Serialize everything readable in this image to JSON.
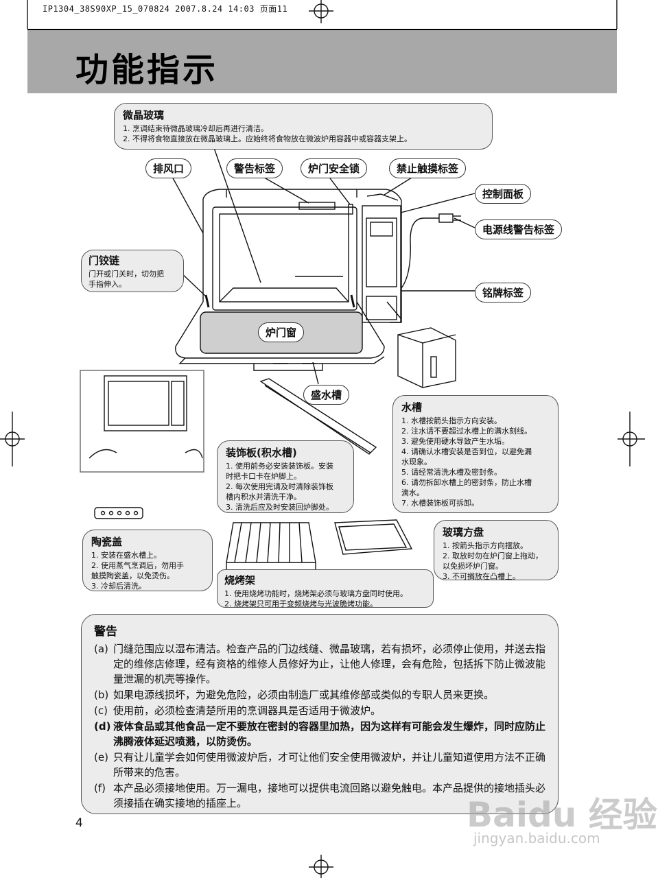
{
  "header": "IP1304_38S90XP_15_070824   2007.8.24  14:03   页面11",
  "title": "功能指示",
  "labels": {
    "exhaust": "排风口",
    "warning_label": "警告标签",
    "door_lock": "炉门安全锁",
    "no_touch": "禁止触摸标签",
    "control_panel": "控制面板",
    "power_cord": "电源线警告标签",
    "nameplate": "铭牌标签",
    "door_window": "炉门窗",
    "drip_tray": "盛水槽"
  },
  "glass": {
    "title": "微晶玻璃",
    "items": [
      "1. 烹调结束待微晶玻璃冷却后再进行清洁。",
      "2. 不得将食物直接放在微晶玻璃上。应始终将食物放在微波炉用容器中或容器支架上。"
    ]
  },
  "hinge": {
    "title": "门铰链",
    "items": [
      "门开或门关时，切勿把",
      "手指伸入。"
    ]
  },
  "water_tank": {
    "title": "水槽",
    "items": [
      "1. 水槽按箭头指示方向安装。",
      "2. 注水请不要超过水槽上的满水刻线。",
      "3. 避免使用硬水导致产生水垢。",
      "4. 请确认水槽安装是否到位，以避免漏",
      "    水现象。",
      "5. 请经常清洗水槽及密封条。",
      "6. 请勿拆卸水槽上的密封条，防止水槽",
      "    滴水。",
      "7. 水槽装饰板可拆卸。"
    ]
  },
  "deco": {
    "title": "装饰板(积水槽)",
    "items": [
      "1. 使用前务必安装装饰板。安装",
      "    时把卡口卡在炉脚上。",
      "2. 每次使用完请及时清除装饰板",
      "    槽内积水并清洗干净。",
      "3. 清洗后应及时安装回炉脚处。"
    ]
  },
  "ceramic": {
    "title": "陶瓷盖",
    "items": [
      "1. 安装在盛水槽上。",
      "2. 使用蒸气烹调后，勿用手",
      "    触摸陶瓷盖，以免烫伤。",
      "3. 冷却后清洗。"
    ]
  },
  "glass_tray": {
    "title": "玻璃方盘",
    "items": [
      "1. 按箭头指示方向摆放。",
      "2. 取放时勿在炉门窗上拖动，",
      "    以免损坏炉门窗。",
      "3. 不可搁放在凸槽上。"
    ]
  },
  "rack": {
    "title": "烧烤架",
    "items": [
      "1. 使用烧烤功能时，烧烤架必须与玻璃方盘同时使用。",
      "2. 烧烤架只可用于变频烧烤与光波脆烤功能。"
    ]
  },
  "warning": {
    "title": "警告",
    "items": [
      {
        "label": "(a)",
        "text": "门缝范围应以湿布清洁。检查产品的门边线缝、微晶玻璃，若有损坏，必须停止使用，并送去指定的维修店修理，经有资格的维修人员修好为止，让他人修理，会有危险，包括拆下防止微波能量泄漏的机壳等操作。"
      },
      {
        "label": "(b)",
        "text": "如果电源线损坏，为避免危险，必须由制造厂或其维修部或类似的专职人员来更换。"
      },
      {
        "label": "(c)",
        "text": "使用前，必须检查清楚所用的烹调器具是否适用于微波炉。"
      },
      {
        "label": "(d)",
        "text": "液体食品或其他食品一定不要放在密封的容器里加热，因为这样有可能会发生爆炸，同时应防止沸腾液体延迟喷溅，以防烫伤。"
      },
      {
        "label": "(e)",
        "text": "只有让儿童学会如何使用微波炉后，才可让他们安全使用微波炉，并让儿童知道使用方法不正确所带来的危害。"
      },
      {
        "label": "(f)",
        "text": "本产品必须接地使用。万一漏电，接地可以提供电流回路以避免触电。本产品提供的接地插头必须接插在确实接地的插座上。"
      }
    ]
  },
  "page_number": "4",
  "watermark": {
    "logo": "Baidu 经验",
    "url": "jingyan.baidu.com"
  }
}
